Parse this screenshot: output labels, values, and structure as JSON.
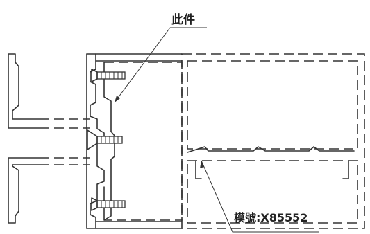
{
  "labels": {
    "this_part": "此件",
    "model_prefix": "模號:",
    "model_number": "X85552"
  },
  "colors": {
    "line": "#333333",
    "background": "#ffffff"
  }
}
